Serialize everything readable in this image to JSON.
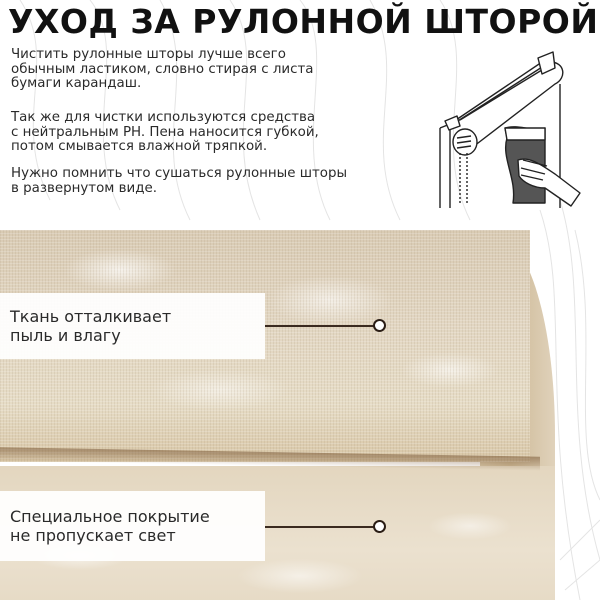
{
  "header": {
    "title": "УХОД ЗА РУЛОННОЙ ШТОРОЙ"
  },
  "instructions": [
    {
      "text": "Чистить рулонные шторы лучше всего\nобычным ластиком, словно стирая с листа\nбумаги карандаш."
    },
    {
      "text": "Так же для чистки используются средства\nс нейтральным PH. Пена наносится губкой,\nпотом смывается влажной тряпкой."
    },
    {
      "text": "Нужно помнить что сушаться рулонные шторы\nв развернутом виде."
    }
  ],
  "illustration": {
    "icon": "roller-blind-cleaning-icon"
  },
  "features": [
    {
      "line1": "Ткань отталкивает",
      "line2": "пыль и влагу"
    },
    {
      "line1": "Специальное покрытие",
      "line2": "не пропускает свет"
    }
  ],
  "colors": {
    "fabric": "#e2d6c2",
    "fabric_shadow": "#8a6240",
    "connector": "#3a2a20",
    "title": "#111111"
  }
}
